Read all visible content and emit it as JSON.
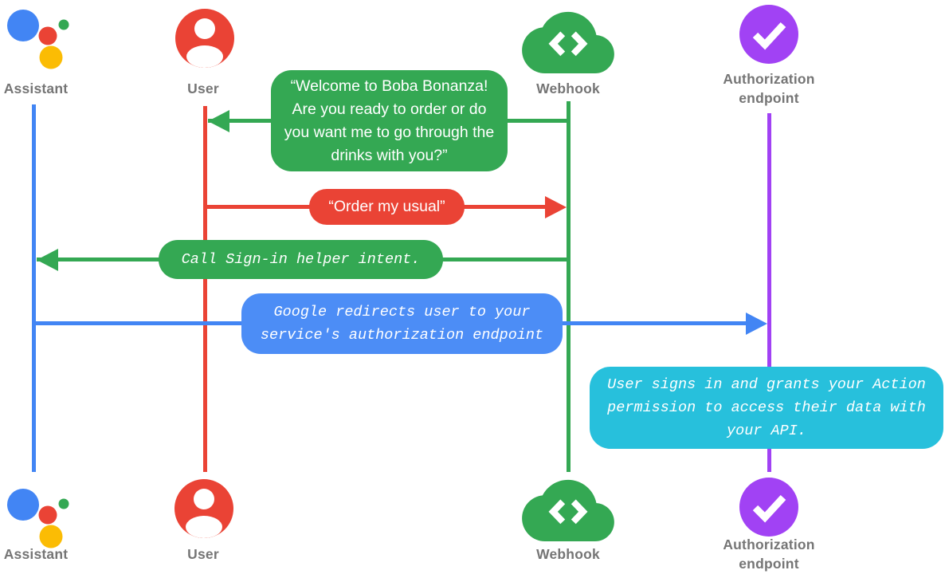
{
  "actors": {
    "assistant": {
      "label": "Assistant",
      "color": "#4285F4"
    },
    "user": {
      "label": "User",
      "color": "#EA4335"
    },
    "webhook": {
      "label": "Webhook",
      "color": "#34A853"
    },
    "auth": {
      "label": "Authorization endpoint",
      "color": "#A142F4"
    }
  },
  "assistant_logo_colors": {
    "blue": "#4285F4",
    "green": "#34A853",
    "red": "#EA4335",
    "yellow": "#FBBC04"
  },
  "messages": {
    "welcome": {
      "from": "webhook",
      "to": "user",
      "color": "#34A853",
      "text": "“Welcome to Boba Bonanza! Are you ready to order or do you want me to go through the drinks with you?”"
    },
    "order": {
      "from": "user",
      "to": "webhook",
      "color": "#EA4335",
      "text": "“Order my usual”"
    },
    "signin": {
      "from": "webhook",
      "to": "assistant",
      "color": "#34A853",
      "text": "Call Sign-in helper intent."
    },
    "redirect": {
      "from": "assistant",
      "to": "auth",
      "color": "#4C8DF6",
      "text": "Google redirects user to your service's authorization endpoint"
    },
    "note": {
      "anchor": "auth",
      "color": "#27C0DC",
      "text": "User signs in and grants your Action permission to access their data with your API."
    }
  }
}
